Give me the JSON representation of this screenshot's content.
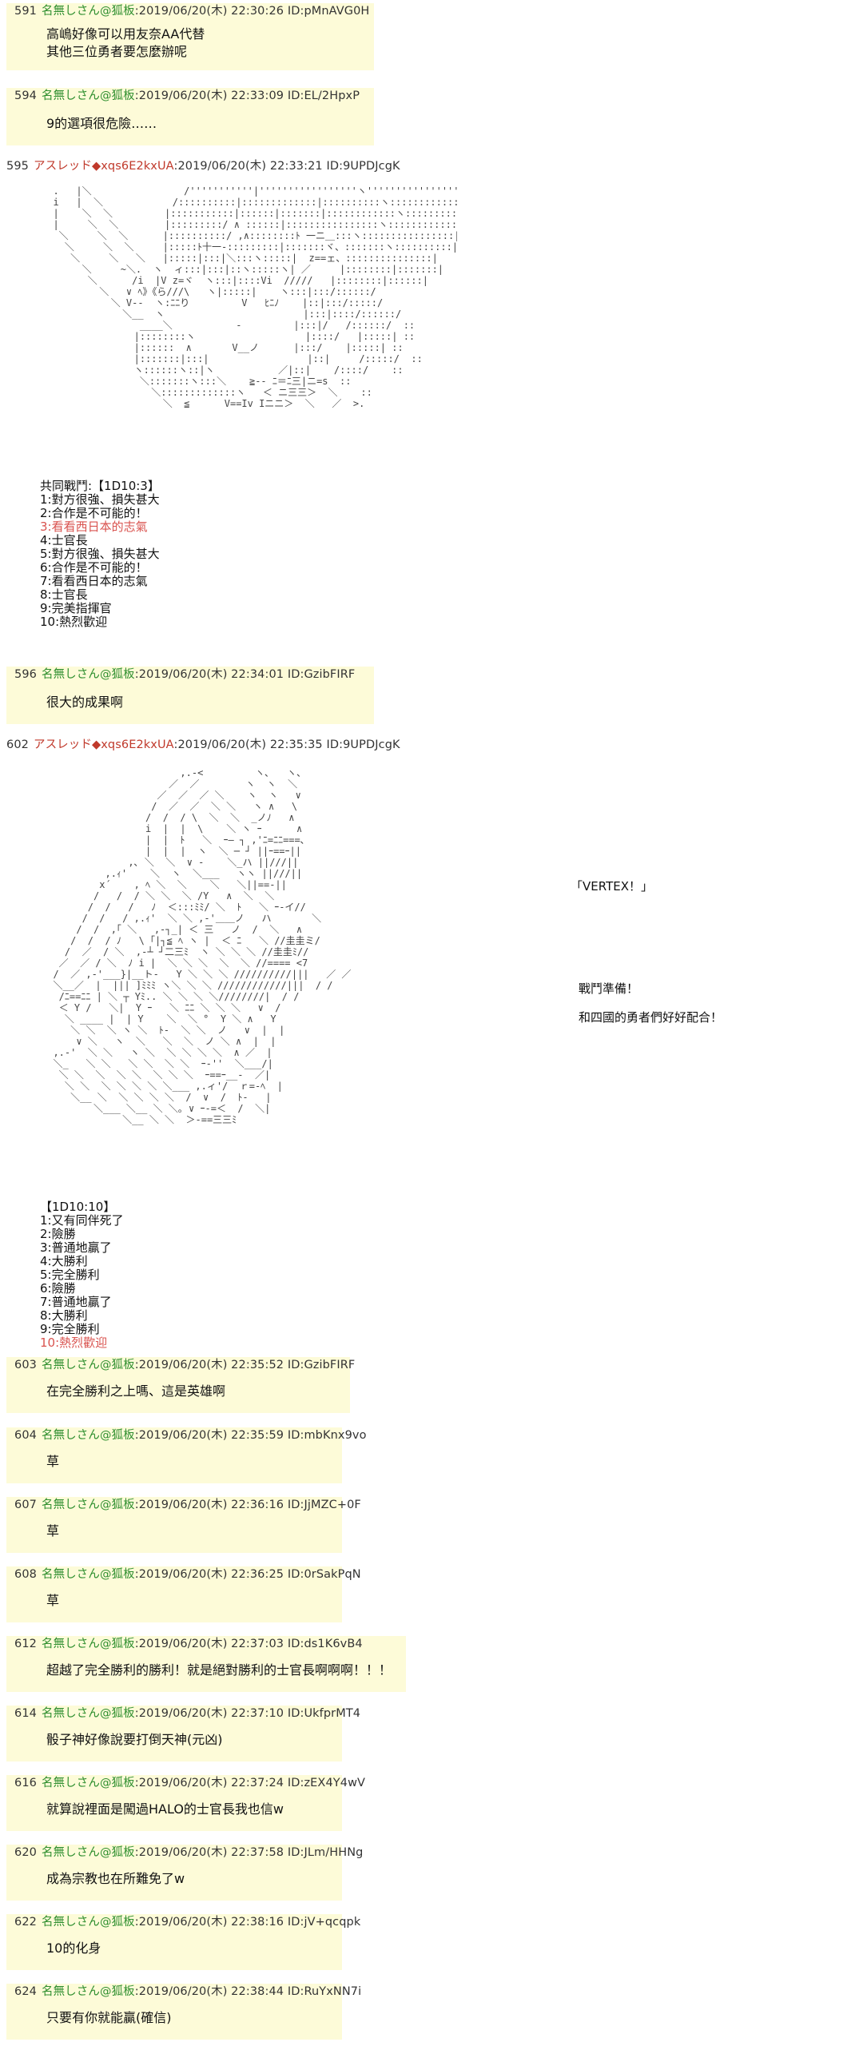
{
  "posts_top": [
    {
      "num": "591",
      "name": "名無しさん@狐板",
      "date": ":2019/06/20(木) 22:30:26",
      "id": "ID:pMnAVG0H",
      "lines": [
        "高嶋好像可以用友奈AA代替",
        "其他三位勇者要怎麼辦呢"
      ]
    },
    {
      "num": "594",
      "name": "名無しさん@狐板",
      "date": ":2019/06/20(木) 22:33:09",
      "id": "ID:EL/2HpxP",
      "lines": [
        "9的選項很危險……"
      ]
    }
  ],
  "post_595": {
    "num": "595",
    "name": "アスレッド",
    "trip": "◆xqs6E2kxUA",
    "date": ":2019/06/20(木) 22:33:21",
    "id": "ID:9UPDJcgK",
    "aa": [
      "  .   |＼                /'''''''''''|'''''''''''''''''ヽ''''''''''''''''''''''ヽ    /",
      "  i   |  ＼            /::::::::::|:::::::::::::|::::::::::ヽ:::::::::::::::::::ヽ  /",
      "  |    ＼  ＼         |:::::::::::|::::::|:::::::|::::::::::::ヽ:::::::::::|::::::V/",
      "  |     ＼  ＼        |:::::::::/ ∧ ::::::|::::::::::::::::ヽ:::::::::::::::::::|",
      "   ＼     ＼  ＼      |::::::::::/ ,∧::::::::ﾄ 一ニ＿:::ヽ::::::::::::::::|",
      "    ＼     ＼  ＼     |:::::ﾄ十一-:::::::::|:::::::ヾ、:::::::ヽ::::::::::|",
      "     ＼     ＼   ＼   |:::::|:::|＼:::ヽ:::::|  z==ェ、:::::::::::::::|",
      "       ＼     ~＼.  ヽ  ィ:::|:::|::ヽ:::::ヽ| ／     |::::::::|:::::::|",
      "        ＼      /i  |V z=ヾ  ヽ:::|::::Vi  /////   |::::::::|::::::|",
      "          ＼   ∨ ﾍ》《ら///\\   ヽ|:::::|    ヽ:::|:::/::::::/",
      "            ＼ V--  ヽ:ﾆﾆり         V   ﾋﾆﾉ    |::|:::/:::::/",
      "              ＼__  ヽ                        |:::|::::/::::::/",
      "                 ____＼           -         |:::|/   /::::::/  ::",
      "                |::::::::ヽ                   |::::/   |:::::| ::",
      "                |::::::  ∧       V__ノ      |:::/    |:::::| ::",
      "                |:::::::|:::|                 |::|     /:::::/  ::",
      "                ヽ::::::ヽ::|ヽ           ／|::|    /::::/    ::",
      "                 ＼:::::::ヽ:::＼    ≧-- ﾆ＝ﾆ三|ニ=s  ::",
      "                   ＼:::::::::::::ヽ   ＜ ニ三三＞  ＼    ::",
      "                     ＼  ≦      V==Iv Iニニ＞  ＼   ／  >."
    ],
    "dice_title": "共同戰鬥:【1D10:3】",
    "dice": [
      "1:對方很強、損失甚大",
      "2:合作是不可能的！",
      "3:看看西日本的志氣",
      "4:士官長",
      "5:對方很強、損失甚大",
      "6:合作是不可能的！",
      "7:看看西日本的志氣",
      "8:士官長",
      "9:完美指揮官",
      "10:熱烈歡迎"
    ],
    "dice_selected": 3
  },
  "post_596": {
    "num": "596",
    "name": "名無しさん@狐板",
    "date": ":2019/06/20(木) 22:34:01",
    "id": "ID:GzibFIRF",
    "lines": [
      "很大的成果啊"
    ]
  },
  "post_602": {
    "num": "602",
    "name": "アスレッド",
    "trip": "◆xqs6E2kxUA",
    "date": ":2019/06/20(木) 22:35:35",
    "id": "ID:9UPDJcgK",
    "side_top": "「VERTEX！」",
    "side_bottom": [
      "戰鬥準備！",
      "和四國的勇者們好好配合！"
    ],
    "aa": [
      "                        ,.-<         ヽ､   ヽ、",
      "                      ／  ／        ヽ  ヽ  ＼",
      "                    ／  ／  ／ ＼    ヽ  ヽ   ∨",
      "                   /  ／  ／  ＼ ＼   ヽ ∧   \\",
      "                  /  /  / \\  ＼  ＼  _ノﾉ   ∧",
      "                  i  |  |  \\    ＼ ヽ ｰ      ∧",
      "                  |  |  ﾄ   ＼  ｰ― ┐ ,'ﾆ=ﾆﾆ===､",
      "                  |  |  |  ヽ  ＼ ─ ┘ ||ｰ==ｰ||",
      "               ,､ ＼  ＼  ∨ -    ＼_ハ ||///||",
      "           ,.ｨ'    ＼  ヽ  ＼___   ヽヽ ||///||",
      "          x´    , ﾍ ＼  ＼    ＼   ＼||==-||",
      "         /   /  / ＼ ＼  ＼ /Y   ∧  ＼  ＼",
      "        /  /   /   ﾉ  ＜:::ﾐﾐ/ ＼  ﾄ   ＼ ｰ-イ//",
      "       /  /   / ,.ｨ'  ＼ ＼ ,-'＿＿ノ   ハ       ＼",
      "      /  /  ,｢ ＼   ,-┐_| ＜ 三   ノ  /  ＼   ∧",
      "     /  /  / ﾉ   \\ ｢|┐≦ ﾍ ヽ |  ＜ ﾆ   ＼ //圭圭ミ/",
      "    /  ／  / ＼  ,-┴ ┘二三ﾐ  ヽ ＼ ＼ ＼ //圭圭ﾐ//",
      "   ／  ／ / ＼  ﾉ i |  ＼ ＼ ＼  ＼  ＼ //==== <7",
      "  /  ／ ,-'___}|__ト-   Y ＼ ＼ ＼ //////////|||   ／ ／",
      "  ＼__／  |  ||| ]ﾐﾐﾐ ヽ＼ ＼ ＼ ////////////|||  / /",
      "   /ﾆ==ﾆﾆ | ＼ ┬ Yﾐ.. ＼ ＼ ＼ ＼////////|  / /",
      "   ＜ Y /   ＼|  Y ｰ   ＼ ﾆﾆ ＼ ＼ ＼   ∨  /",
      "    ＼ ____ |  | Y    ＼  ＼ °  Y ＼ ∧   Y",
      "     ＼ ＼  ＼ ヽ ＼  ﾄ-  ＼ ＼  ノ   ∨  |  |",
      "      ∨ ＼   ヽ  ＼   ＼  ＼  ノ ＼ ∧  |  |",
      "  ,.-'  ＼ ＼   ヽ ＼  ＼ ＼ ＼ ＼  ∧ ／  |",
      "  ＼_   ＼ ＼   ＼ ＼  ＼ ＼  ｰ-''  ＼___/|",
      "   ＼ ＼  ＼  ＼ ＼  ＼ ＼ ＼  ｰ==ｰ__-  ／|",
      "    ＼ ＼  ＼ ＼ ＼ ＼ ＼___ ,.ィ'/  ｒ=-ﾍ  |",
      "     ＼__ ＼  ＼ ＼ ＼ ＼  /  ∨  /  ﾄ-   |",
      "         ＼___ ＼__ ＼ ＼｡ ∨ ｰ-=＜  /  ＼|",
      "              ＼__ ＼ ＼  ＞-==三三ﾐ"
    ],
    "dice_title": "【1D10:10】",
    "dice": [
      "1:又有同伴死了",
      "2:險勝",
      "3:普通地贏了",
      "4:大勝利",
      "5:完全勝利",
      "6:險勝",
      "7:普通地贏了",
      "8:大勝利",
      "9:完全勝利",
      "10:熱烈歡迎"
    ],
    "dice_selected": 10
  },
  "posts_bottom": [
    {
      "num": "603",
      "name": "名無しさん@狐板",
      "date": ":2019/06/20(木) 22:35:52",
      "id": "ID:GzibFIRF",
      "lines": [
        "在完全勝利之上嗎、這是英雄啊"
      ]
    },
    {
      "num": "604",
      "name": "名無しさん@狐板",
      "date": ":2019/06/20(木) 22:35:59",
      "id": "ID:mbKnx9vo",
      "lines": [
        "草"
      ]
    },
    {
      "num": "607",
      "name": "名無しさん@狐板",
      "date": ":2019/06/20(木) 22:36:16",
      "id": "ID:JjMZC+0F",
      "lines": [
        "草"
      ]
    },
    {
      "num": "608",
      "name": "名無しさん@狐板",
      "date": ":2019/06/20(木) 22:36:25",
      "id": "ID:0rSakPqN",
      "lines": [
        "草"
      ]
    },
    {
      "num": "612",
      "name": "名無しさん@狐板",
      "date": ":2019/06/20(木) 22:37:03",
      "id": "ID:ds1K6vB4",
      "lines": [
        "超越了完全勝利的勝利！就是絕對勝利的士官長啊啊啊！！！"
      ]
    },
    {
      "num": "614",
      "name": "名無しさん@狐板",
      "date": ":2019/06/20(木) 22:37:10",
      "id": "ID:UkfprMT4",
      "lines": [
        "骰子神好像說要打倒天神(元凶)"
      ]
    },
    {
      "num": "616",
      "name": "名無しさん@狐板",
      "date": ":2019/06/20(木) 22:37:24",
      "id": "ID:zEX4Y4wV",
      "lines": [
        "就算說裡面是闖過HALO的士官長我也信w"
      ]
    },
    {
      "num": "620",
      "name": "名無しさん@狐板",
      "date": ":2019/06/20(木) 22:37:58",
      "id": "ID:JLm/HHNg",
      "lines": [
        "成為宗教也在所難免了w"
      ]
    },
    {
      "num": "622",
      "name": "名無しさん@狐板",
      "date": ":2019/06/20(木) 22:38:16",
      "id": "ID:jV+qcqpk",
      "lines": [
        "10的化身"
      ]
    },
    {
      "num": "624",
      "name": "名無しさん@狐板",
      "date": ":2019/06/20(木) 22:38:44",
      "id": "ID:RuYxNN7i",
      "lines": [
        "只要有你就能贏(確信)"
      ]
    }
  ]
}
